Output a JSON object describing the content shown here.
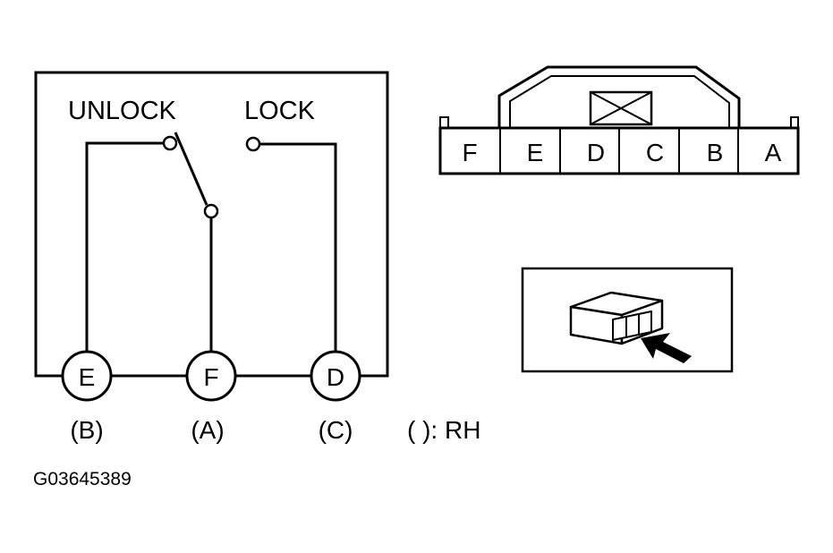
{
  "switch": {
    "unlock_label": "UNLOCK",
    "lock_label": "LOCK",
    "terminals": [
      {
        "letter": "E",
        "rh": "(B)"
      },
      {
        "letter": "F",
        "rh": "(A)"
      },
      {
        "letter": "D",
        "rh": "(C)"
      }
    ],
    "legend": "( ): RH"
  },
  "connector": {
    "pins": [
      "F",
      "E",
      "D",
      "C",
      "B",
      "A"
    ]
  },
  "figure_code": "G03645389"
}
